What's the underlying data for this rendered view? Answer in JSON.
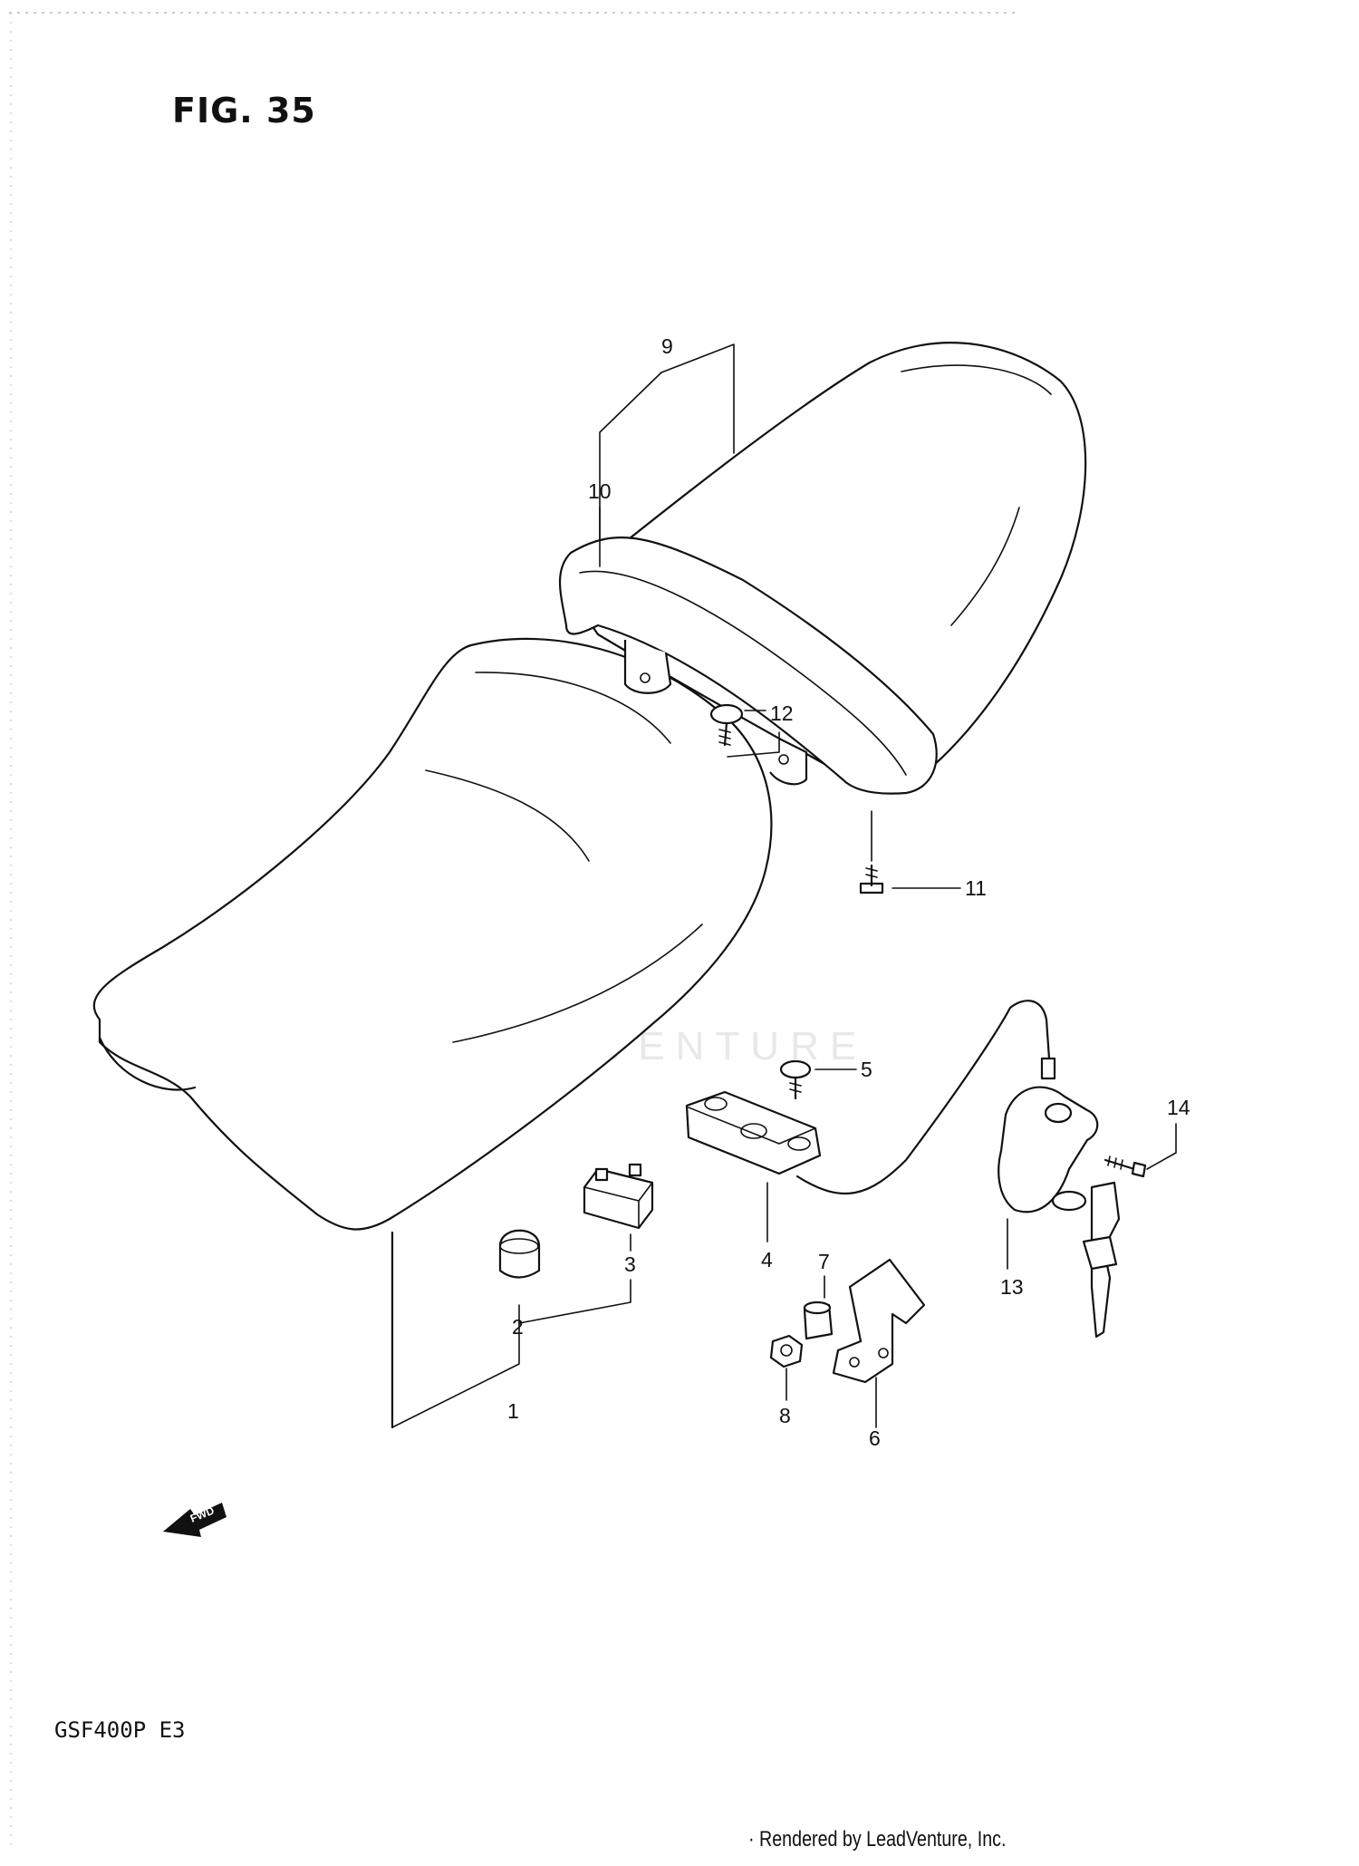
{
  "figure": {
    "title": "FIG. 35",
    "model": "GSF400P  E3",
    "footer": "· Rendered by LeadVenture, Inc.",
    "watermark": "LEADVENTURE",
    "fwd_label": "FWD"
  },
  "parts": [
    {
      "number": "1"
    },
    {
      "number": "2"
    },
    {
      "number": "3"
    },
    {
      "number": "4"
    },
    {
      "number": "5"
    },
    {
      "number": "6"
    },
    {
      "number": "7"
    },
    {
      "number": "8"
    },
    {
      "number": "9"
    },
    {
      "number": "10"
    },
    {
      "number": "11"
    },
    {
      "number": "12"
    },
    {
      "number": "13"
    },
    {
      "number": "14"
    }
  ]
}
